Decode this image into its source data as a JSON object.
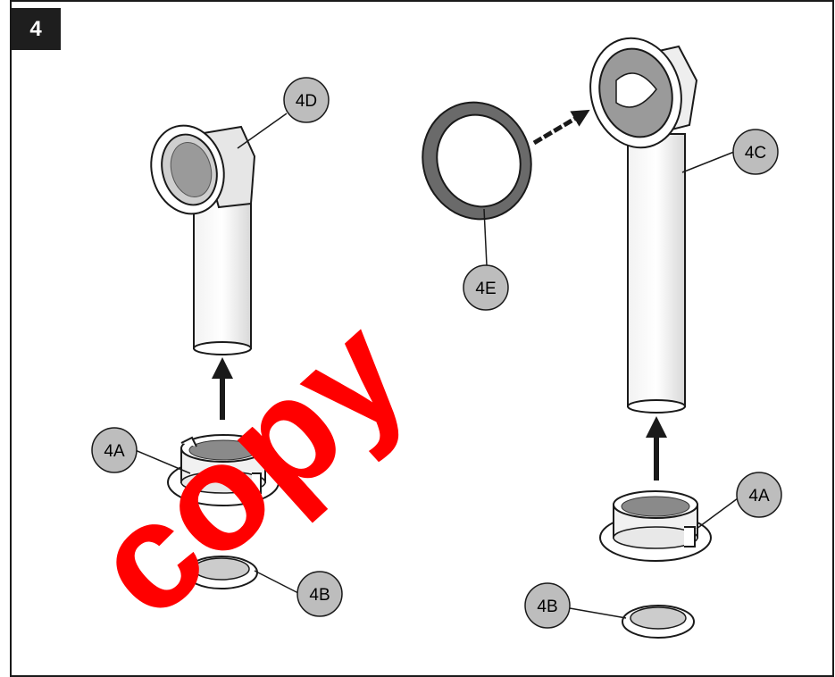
{
  "step_number": "4",
  "callouts": {
    "c4D": "4D",
    "c4E": "4E",
    "c4C": "4C",
    "c4A_left": "4A",
    "c4B_left": "4B",
    "c4A_right": "4A",
    "c4B_right": "4B"
  },
  "watermark": "copy",
  "colors": {
    "part_fill": "#ffffff",
    "part_stroke": "#1a1a1a",
    "shade": "#bdbdbd",
    "dark_ring": "#6a6a6a",
    "callout_fill": "#bdbdbd",
    "watermark": "#ff0000"
  }
}
